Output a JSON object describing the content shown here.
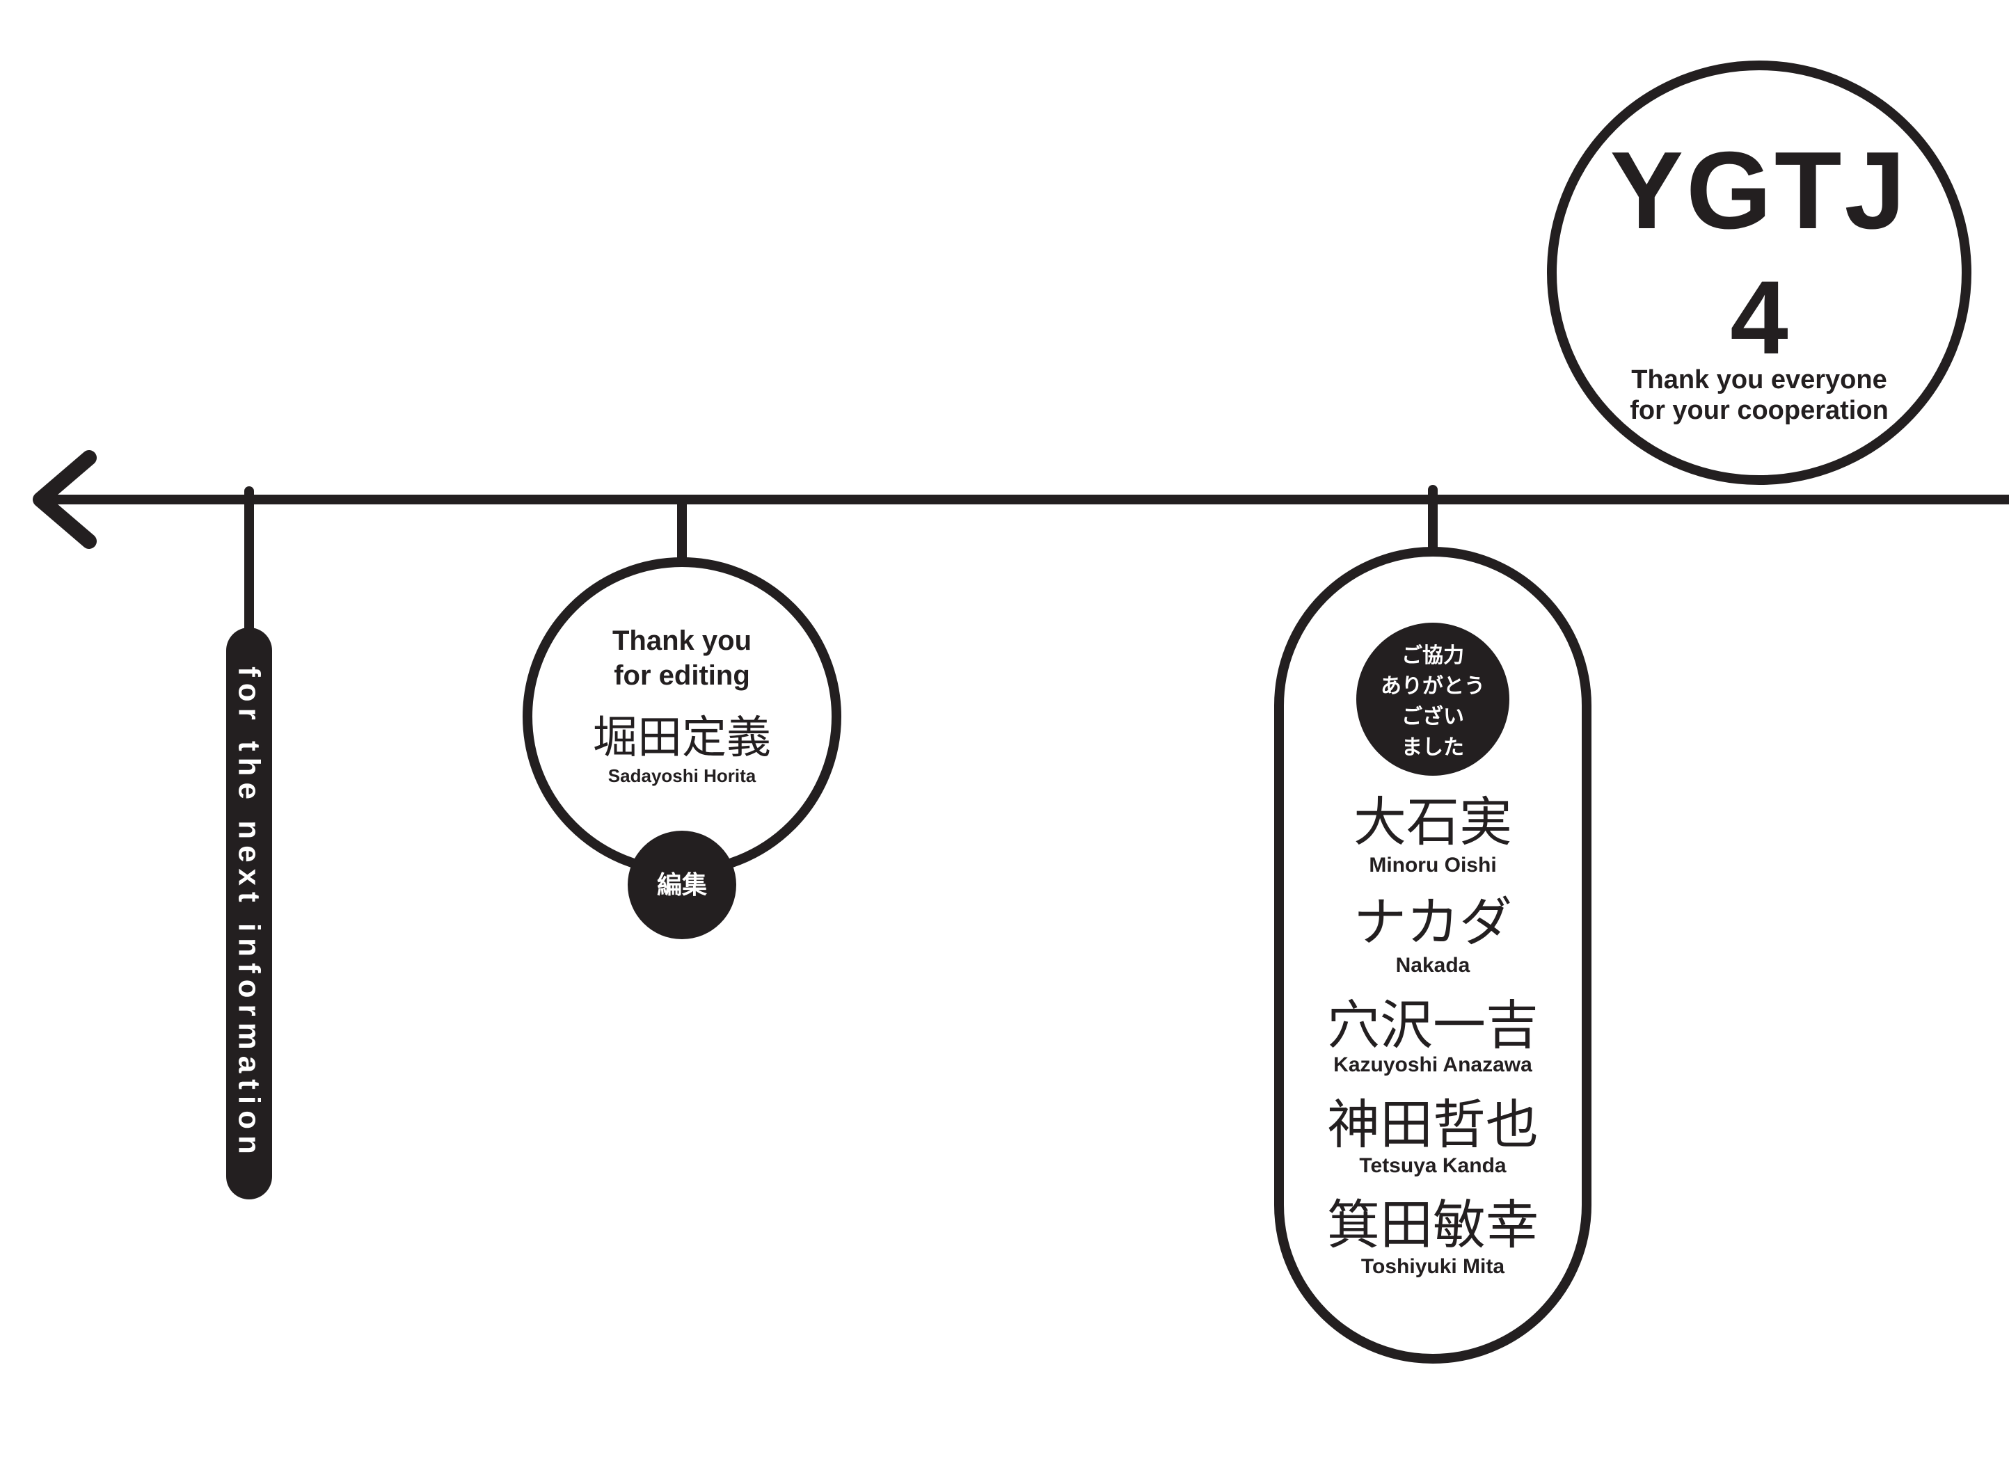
{
  "title_circle": {
    "title": "YGTJ",
    "number": "4",
    "line1": "Thank you everyone",
    "line2": "for your cooperation"
  },
  "next_info": {
    "label": "for the next information"
  },
  "editor": {
    "thanks_line1": "Thank you",
    "thanks_line2": "for editing",
    "name_jp": "堀田定義",
    "name_en": "Sadayoshi Horita",
    "role": "編集"
  },
  "cooperation": {
    "badge_line1": "ご協力",
    "badge_line2": "ありがとう",
    "badge_line3": "ござい",
    "badge_line4": "ました",
    "people": [
      {
        "name_jp": "大石実",
        "name_en": "Minoru Oishi"
      },
      {
        "name_jp": "ナカダ",
        "name_en": "Nakada"
      },
      {
        "name_jp": "穴沢一吉",
        "name_en": "Kazuyoshi Anazawa"
      },
      {
        "name_jp": "神田哲也",
        "name_en": "Tetsuya Kanda"
      },
      {
        "name_jp": "箕田敏幸",
        "name_en": "Toshiyuki Mita"
      }
    ]
  },
  "colors": {
    "ink": "#231f20",
    "paper": "#ffffff"
  }
}
